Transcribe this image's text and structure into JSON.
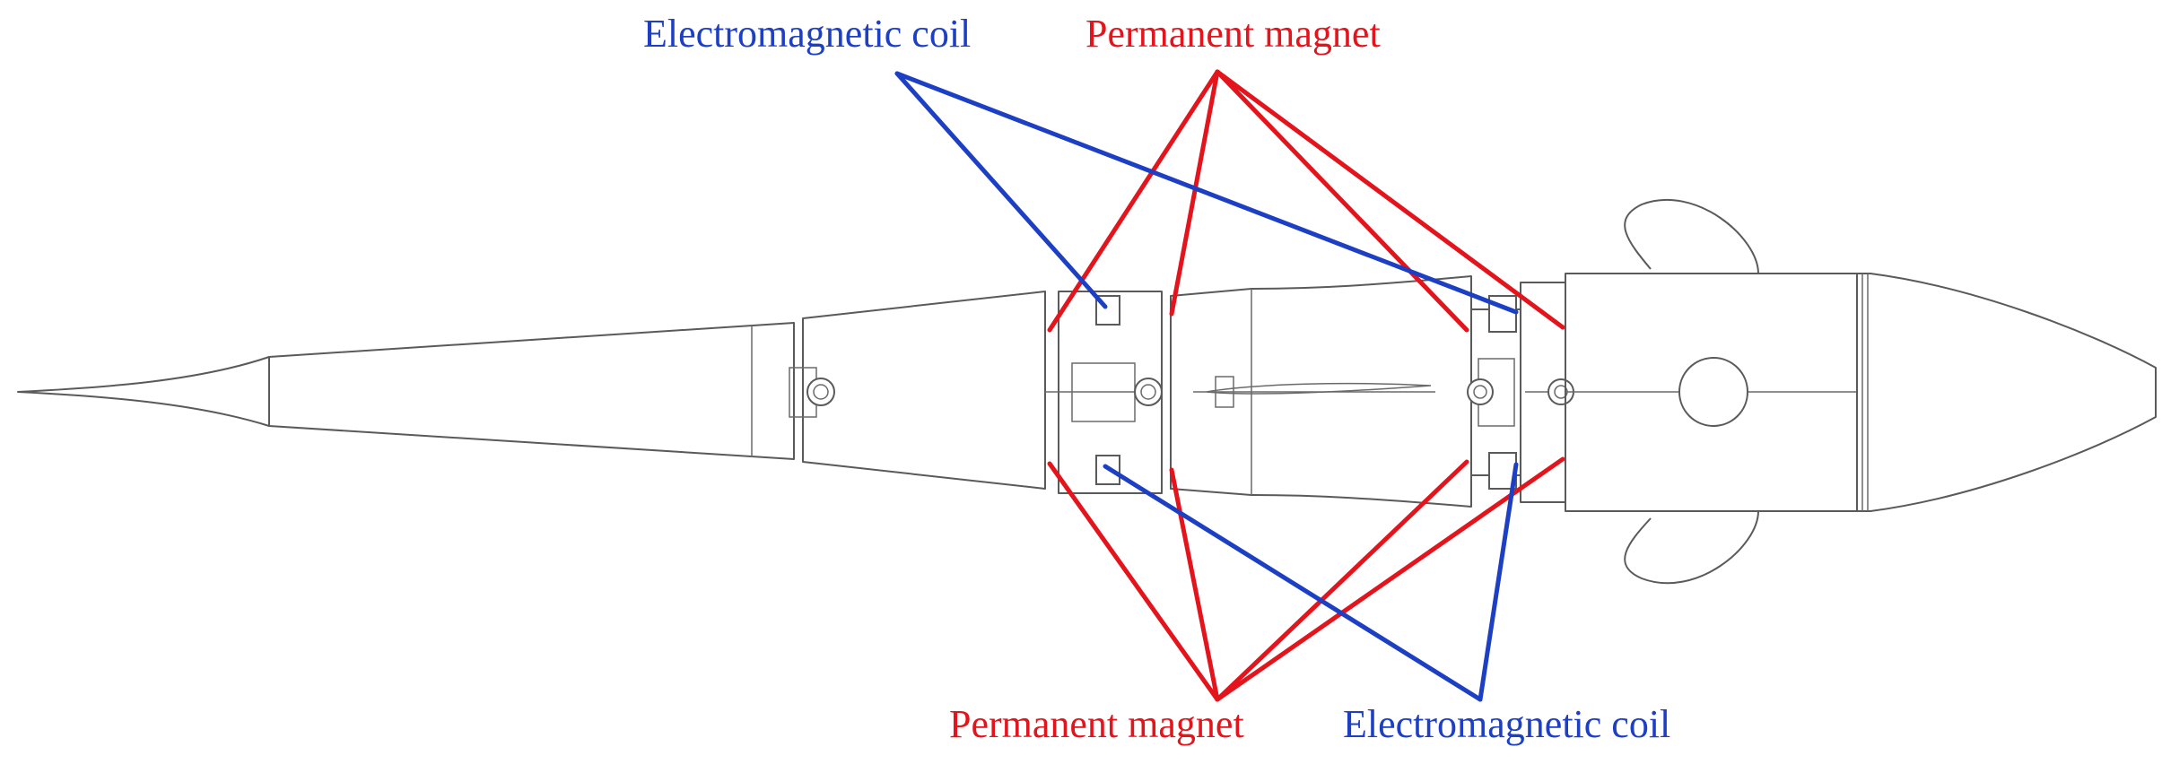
{
  "labels": {
    "coil_top": "Electromagnetic coil",
    "magnet_top": "Permanent magnet",
    "magnet_bottom": "Permanent magnet",
    "coil_bottom": "Electromagnetic coil"
  },
  "colors": {
    "magnet": "#e3141c",
    "coil": "#1d3fc4",
    "drawing": "#5a5a5a"
  }
}
